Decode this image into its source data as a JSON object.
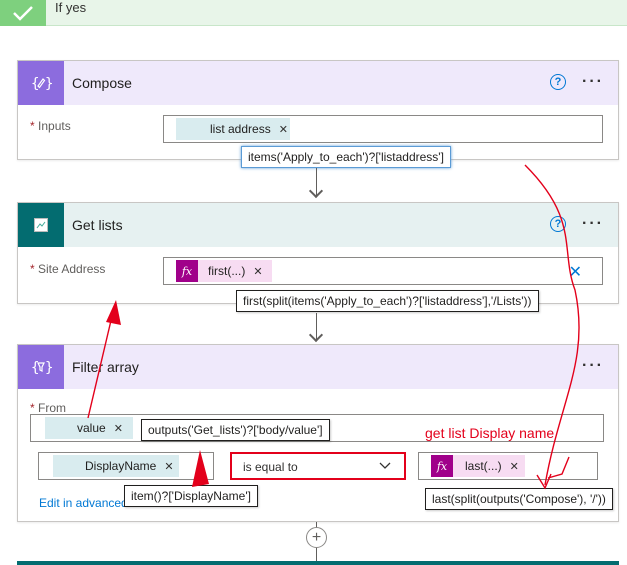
{
  "ifyes": {
    "label": "If yes"
  },
  "compose": {
    "title": "Compose",
    "inputs_label": "Inputs",
    "token": "list address",
    "tooltip": "items('Apply_to_each')?['listaddress']"
  },
  "getlists": {
    "title": "Get lists",
    "site_label": "Site Address",
    "token": "first(...)",
    "tooltip": "first(split(items('Apply_to_each')?['listaddress'],'/Lists'))"
  },
  "filter": {
    "title": "Filter array",
    "from_label": "From",
    "from_token": "value",
    "from_tooltip": "outputs('Get_lists')?['body/value']",
    "left_token": "DisplayName",
    "left_tooltip": "item()?['DisplayName']",
    "operator": "is equal to",
    "right_token": "last(...)",
    "right_tooltip": "last(split(outputs('Compose'), '/'))",
    "edit_link": "Edit in advanced",
    "annotation": "get list Display name"
  },
  "colors": {
    "compose_accent": "#8c6cde",
    "compose_header": "#efe9fb",
    "getlists_accent": "#036c70",
    "getlists_header": "#e6f1f1",
    "expression": "#a0008a",
    "annotation": "#e3001b"
  }
}
